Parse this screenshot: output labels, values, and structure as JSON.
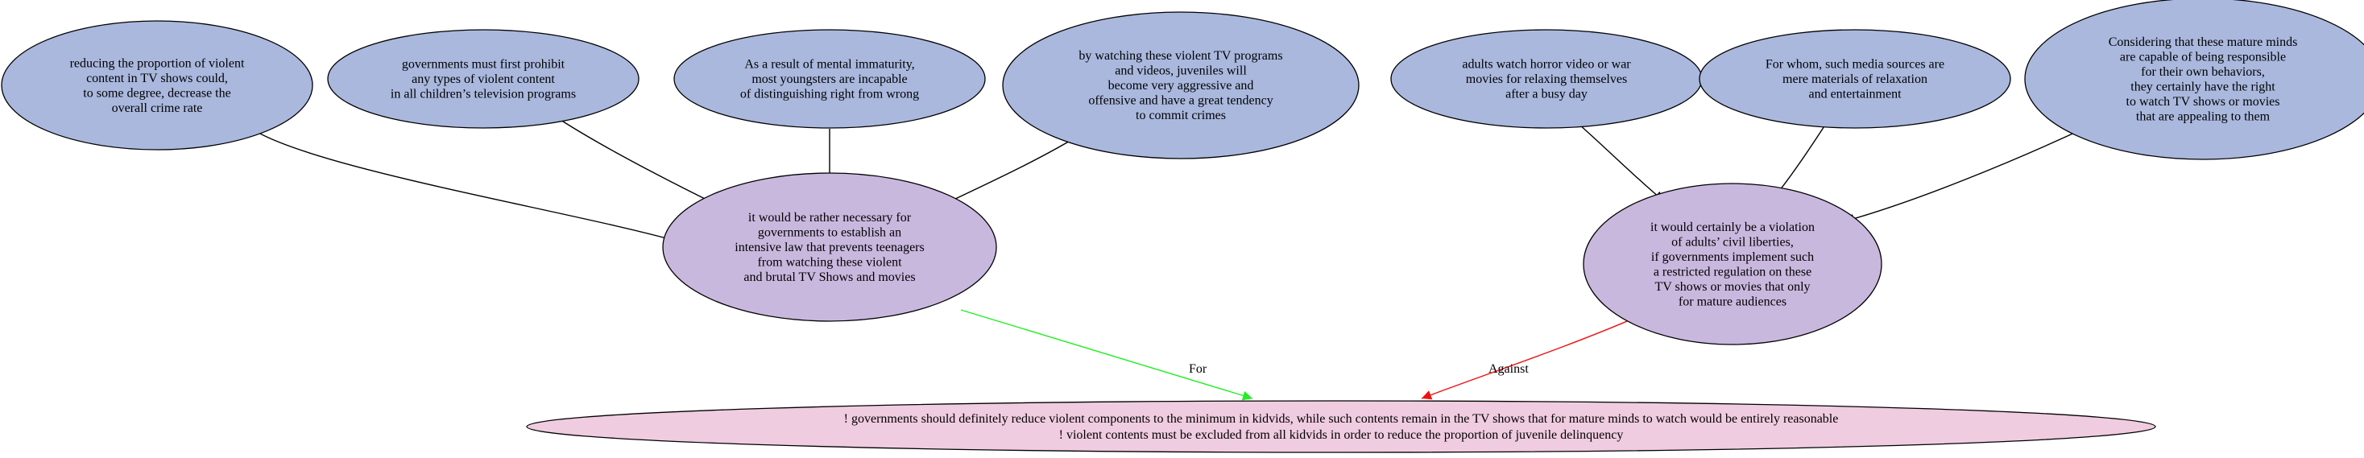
{
  "colors": {
    "premise": "#aab8de",
    "intermediate": "#c9b8de",
    "conclusion": "#f0cce0",
    "edge_support": "#000000",
    "edge_for": "#22ee22",
    "edge_against": "#ee1111"
  },
  "nodes": [
    {
      "id": "p1",
      "kind": "premise",
      "lines": [
        "reducing the proportion of violent",
        "content in TV shows could,",
        "to some degree, decrease the",
        "overall crime rate"
      ]
    },
    {
      "id": "p2",
      "kind": "premise",
      "lines": [
        "governments must first prohibit",
        "any types of violent content",
        "in all children’s television programs"
      ]
    },
    {
      "id": "p3",
      "kind": "premise",
      "lines": [
        "As a result of mental immaturity,",
        "most youngsters are incapable",
        "of distinguishing right from wrong"
      ]
    },
    {
      "id": "p4",
      "kind": "premise",
      "lines": [
        "by watching these violent TV programs",
        "and videos, juveniles will",
        "become very aggressive and",
        "offensive and have a great tendency",
        "to commit crimes"
      ]
    },
    {
      "id": "p5",
      "kind": "premise",
      "lines": [
        "adults watch horror video or war",
        "movies for relaxing themselves",
        "after a busy day"
      ]
    },
    {
      "id": "p6",
      "kind": "premise",
      "lines": [
        "For whom, such media sources are",
        "mere materials of relaxation",
        "and entertainment"
      ]
    },
    {
      "id": "p7",
      "kind": "premise",
      "lines": [
        "Considering that these mature minds",
        "are capable of being responsible",
        "for their own behaviors,",
        "they certainly have the right",
        "to watch TV shows or movies",
        "that are appealing to them"
      ]
    },
    {
      "id": "i1",
      "kind": "intermediate",
      "lines": [
        "it would be rather necessary for",
        "governments to establish an",
        "intensive law that prevents teenagers",
        "from watching these violent",
        "and brutal TV Shows and movies"
      ]
    },
    {
      "id": "i2",
      "kind": "intermediate",
      "lines": [
        "it would certainly be a violation",
        "of adults’ civil liberties,",
        "if governments implement such",
        "a restricted regulation on these",
        "TV shows or movies that only",
        "for mature audiences"
      ]
    },
    {
      "id": "c1",
      "kind": "conclusion",
      "lines": [
        "! governments should definitely reduce violent components to the minimum in kidvids, while such contents remain in the TV shows that for mature minds to watch would be entirely reasonable",
        "! violent contents must be excluded from all kidvids in order to reduce the proportion of juvenile delinquency"
      ]
    }
  ],
  "edges": [
    {
      "from": "p1",
      "to": "i1",
      "kind": "support",
      "label": ""
    },
    {
      "from": "p2",
      "to": "i1",
      "kind": "support",
      "label": ""
    },
    {
      "from": "p3",
      "to": "i1",
      "kind": "support",
      "label": ""
    },
    {
      "from": "p4",
      "to": "i1",
      "kind": "support",
      "label": ""
    },
    {
      "from": "p5",
      "to": "i2",
      "kind": "support",
      "label": ""
    },
    {
      "from": "p6",
      "to": "i2",
      "kind": "support",
      "label": ""
    },
    {
      "from": "p7",
      "to": "i2",
      "kind": "support",
      "label": ""
    },
    {
      "from": "i1",
      "to": "c1",
      "kind": "for",
      "label": "For"
    },
    {
      "from": "i2",
      "to": "c1",
      "kind": "against",
      "label": "Against"
    }
  ]
}
